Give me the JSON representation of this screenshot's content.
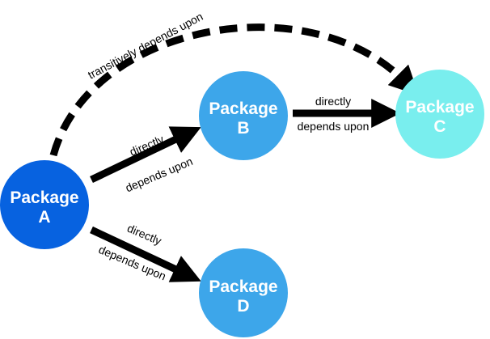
{
  "nodes": [
    {
      "id": "a",
      "line1": "Package",
      "line2": "A",
      "color": "#0762E0"
    },
    {
      "id": "b",
      "line1": "Package",
      "line2": "B",
      "color": "#3DA6EA"
    },
    {
      "id": "c",
      "line1": "Package",
      "line2": "C",
      "color": "#79EEEE"
    },
    {
      "id": "d",
      "line1": "Package",
      "line2": "D",
      "color": "#3DA6EA"
    }
  ],
  "edges": {
    "a_b": {
      "line1": "directly",
      "line2": "depends upon"
    },
    "b_c": {
      "line1": "directly",
      "line2": "depends upon"
    },
    "a_d": {
      "line1": "directly",
      "line2": "depends upon"
    },
    "a_c": {
      "label": "transitively depends upon",
      "style": "dashed"
    }
  }
}
